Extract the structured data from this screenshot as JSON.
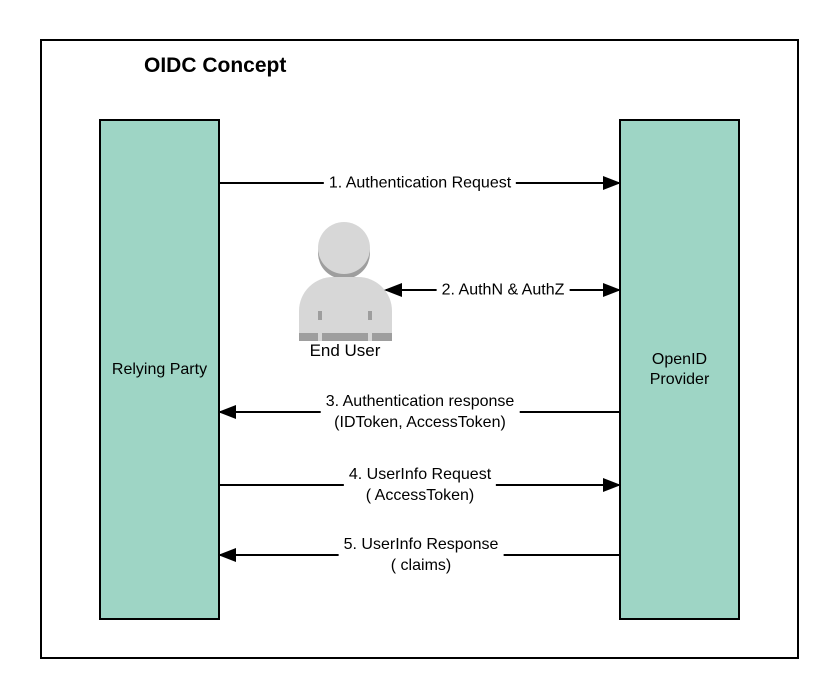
{
  "diagram": {
    "title": "OIDC Concept",
    "boxes": {
      "left": "Relying Party",
      "right": [
        "OpenID",
        "Provider"
      ]
    },
    "person_label": "End User",
    "arrows": [
      {
        "label1": "1. Authentication Request",
        "direction": "right"
      },
      {
        "label1": "2. AuthN & AuthZ",
        "direction": "both"
      },
      {
        "label1": "3. Authentication response",
        "label2": "(IDToken, AccessToken)",
        "direction": "left"
      },
      {
        "label1": "4. UserInfo Request",
        "label2": "( AccessToken)",
        "direction": "right"
      },
      {
        "label1": "5. UserInfo Response",
        "label2": "( claims)",
        "direction": "left"
      }
    ],
    "colors": {
      "box_fill": "#9ed5c5",
      "box_border": "#000000",
      "line": "#000000",
      "person_light": "#d7d7d7",
      "person_dark": "#9e9e9e"
    }
  }
}
